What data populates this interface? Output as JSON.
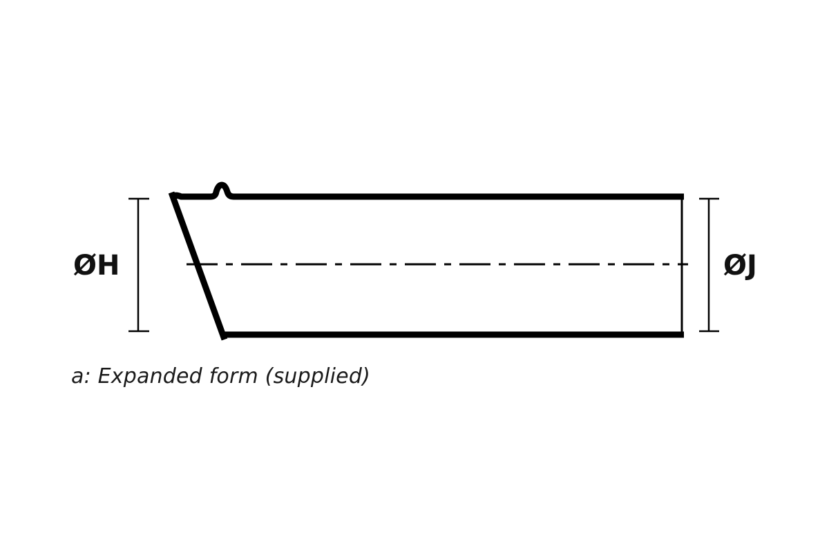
{
  "diagram": {
    "labels": {
      "left_diameter": "ØH",
      "right_diameter": "ØJ"
    },
    "caption": "a: Expanded form (supplied)",
    "colors": {
      "stroke": "#000000",
      "background": "#ffffff"
    }
  }
}
